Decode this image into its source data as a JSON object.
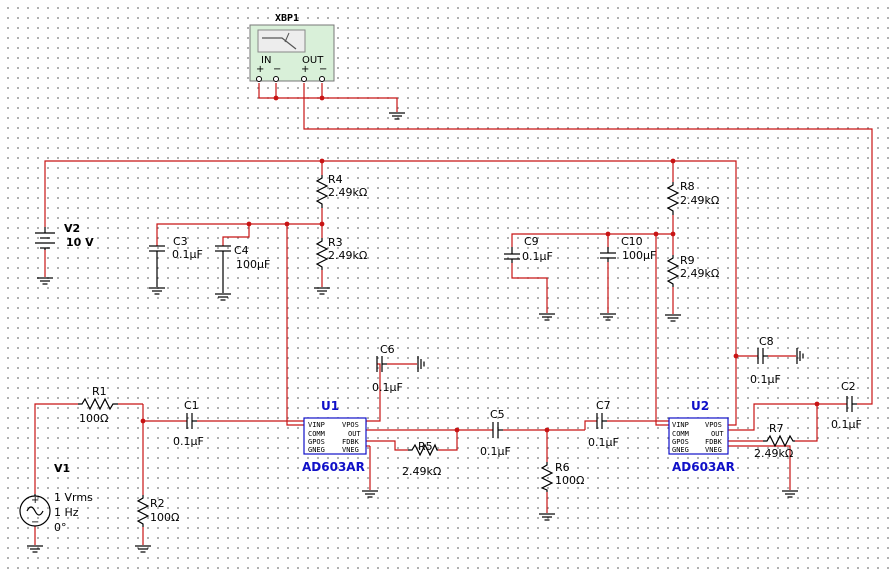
{
  "instrument": {
    "ref": "XBP1",
    "in_label": "IN",
    "out_label": "OUT"
  },
  "components": {
    "V1": {
      "ref": "V1",
      "line1": "1 Vrms",
      "line2": "1 Hz",
      "line3": "0°"
    },
    "V2": {
      "ref": "V2",
      "value": "10 V"
    },
    "R1": {
      "ref": "R1",
      "value": "100Ω"
    },
    "R2": {
      "ref": "R2",
      "value": "100Ω"
    },
    "R3": {
      "ref": "R3",
      "value": "2.49kΩ"
    },
    "R4": {
      "ref": "R4",
      "value": "2.49kΩ"
    },
    "R5": {
      "ref": "R5",
      "value": "2.49kΩ"
    },
    "R6": {
      "ref": "R6",
      "value": "100Ω"
    },
    "R7": {
      "ref": "R7",
      "value": "2.49kΩ"
    },
    "R8": {
      "ref": "R8",
      "value": "2.49kΩ"
    },
    "R9": {
      "ref": "R9",
      "value": "2.49kΩ"
    },
    "C1": {
      "ref": "C1",
      "value": "0.1µF"
    },
    "C2": {
      "ref": "C2",
      "value": "0.1µF"
    },
    "C3": {
      "ref": "C3",
      "value": "0.1µF"
    },
    "C4": {
      "ref": "C4",
      "value": "100µF"
    },
    "C5": {
      "ref": "C5",
      "value": "0.1µF"
    },
    "C6": {
      "ref": "C6",
      "value": "0.1µF"
    },
    "C7": {
      "ref": "C7",
      "value": "0.1µF"
    },
    "C8": {
      "ref": "C8",
      "value": "0.1µF"
    },
    "C9": {
      "ref": "C9",
      "value": "0.1µF"
    },
    "C10": {
      "ref": "C10",
      "value": "100µF"
    }
  },
  "chips": {
    "U1": {
      "ref": "U1",
      "part": "AD603AR"
    },
    "U2": {
      "ref": "U2",
      "part": "AD603AR"
    },
    "pins": {
      "vinp": "VINP",
      "vpos": "VPOS",
      "comm": "COMM",
      "out": "OUT",
      "gpos": "GPOS",
      "fdbk": "FDBK",
      "gneg": "GNEG",
      "vneg": "VNEG"
    }
  }
}
